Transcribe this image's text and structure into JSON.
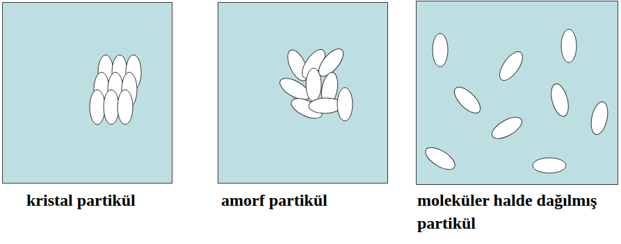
{
  "diagram": {
    "nodes": [
      {
        "text": [
          "kristal partikül"
        ]
      },
      {
        "text": [
          "amorf partikül"
        ]
      },
      {
        "text": [
          "moleküler halde dağılmış partikül"
        ]
      }
    ]
  }
}
